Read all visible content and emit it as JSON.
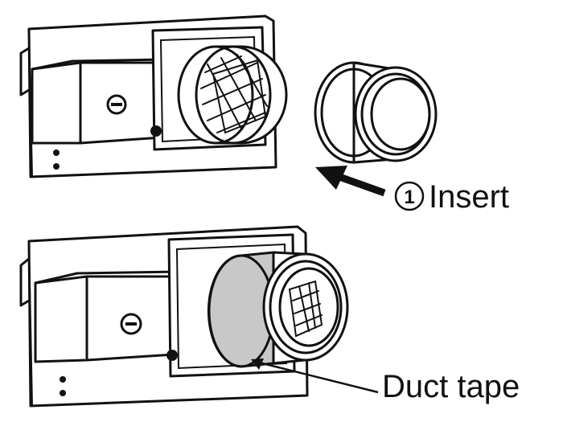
{
  "step_insert": {
    "number": "1",
    "label": "Insert"
  },
  "duct_tape_label": "Duct tape",
  "colors": {
    "ink": "#111111",
    "tape": "#c8c8c8",
    "background": "#ffffff"
  }
}
